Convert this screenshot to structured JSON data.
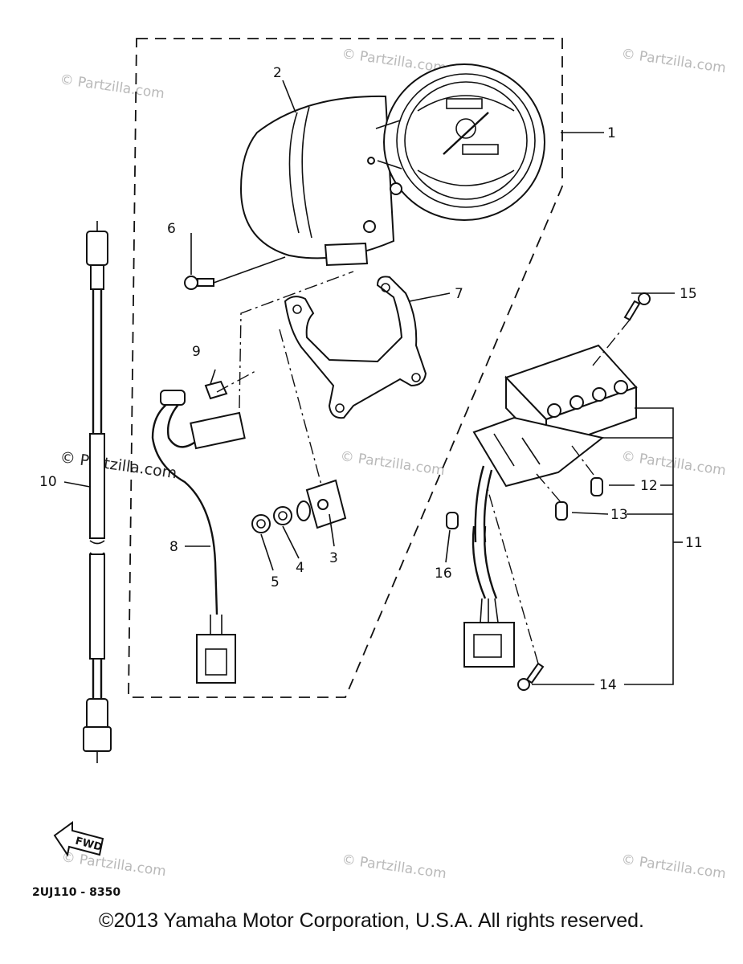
{
  "diagram": {
    "callouts": [
      "1",
      "2",
      "3",
      "4",
      "5",
      "6",
      "7",
      "8",
      "9",
      "10",
      "11",
      "12",
      "13",
      "14",
      "15",
      "16"
    ],
    "fwd_label": "FWD",
    "diagram_code": "2UJ110 - 8350"
  },
  "watermarks": {
    "text": "© Partzilla.com",
    "prominent": "© Partzilla.com"
  },
  "copyright": "©2013 Yamaha Motor Corporation, U.S.A. All rights reserved.",
  "colors": {
    "ink": "#111111",
    "watermark": "#b9b9b9",
    "background": "#ffffff"
  }
}
